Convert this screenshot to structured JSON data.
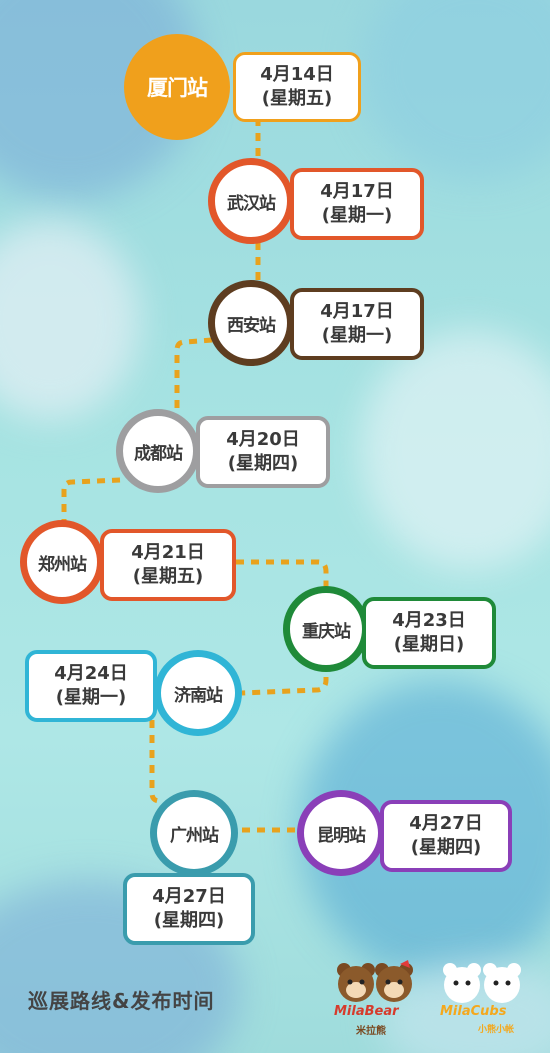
{
  "colors": {
    "dash": "#e8a21d",
    "orange": "#f0a01c",
    "red_orange": "#e2572a",
    "brown": "#5e3d20",
    "gray": "#9e9ea0",
    "green": "#1f8a39",
    "cyan": "#30b5d6",
    "teal": "#3a9cad",
    "purple": "#8a3fb8"
  },
  "stops": [
    {
      "station": "厦门站",
      "date": "4月14日",
      "weekday": "(星期五)"
    },
    {
      "station": "武汉站",
      "date": "4月17日",
      "weekday": "(星期一)"
    },
    {
      "station": "西安站",
      "date": "4月17日",
      "weekday": "(星期一)"
    },
    {
      "station": "成都站",
      "date": "4月20日",
      "weekday": "(星期四)"
    },
    {
      "station": "郑州站",
      "date": "4月21日",
      "weekday": "(星期五)"
    },
    {
      "station": "重庆站",
      "date": "4月23日",
      "weekday": "(星期日)"
    },
    {
      "station": "济南站",
      "date": "4月24日",
      "weekday": "(星期一)"
    },
    {
      "station": "广州站",
      "date": "4月27日",
      "weekday": "(星期四)"
    },
    {
      "station": "昆明站",
      "date": "4月27日",
      "weekday": "(星期四)"
    }
  ],
  "footer": {
    "title": "巡展路线&发布时间"
  },
  "logos": {
    "milabear": {
      "brand": "MilaBear",
      "cn": "米拉熊",
      "icon": "bear-logo-icon"
    },
    "milacubs": {
      "brand": "MilaCubs",
      "cn": "小熊小帐",
      "icon": "cubs-logo-icon"
    }
  }
}
